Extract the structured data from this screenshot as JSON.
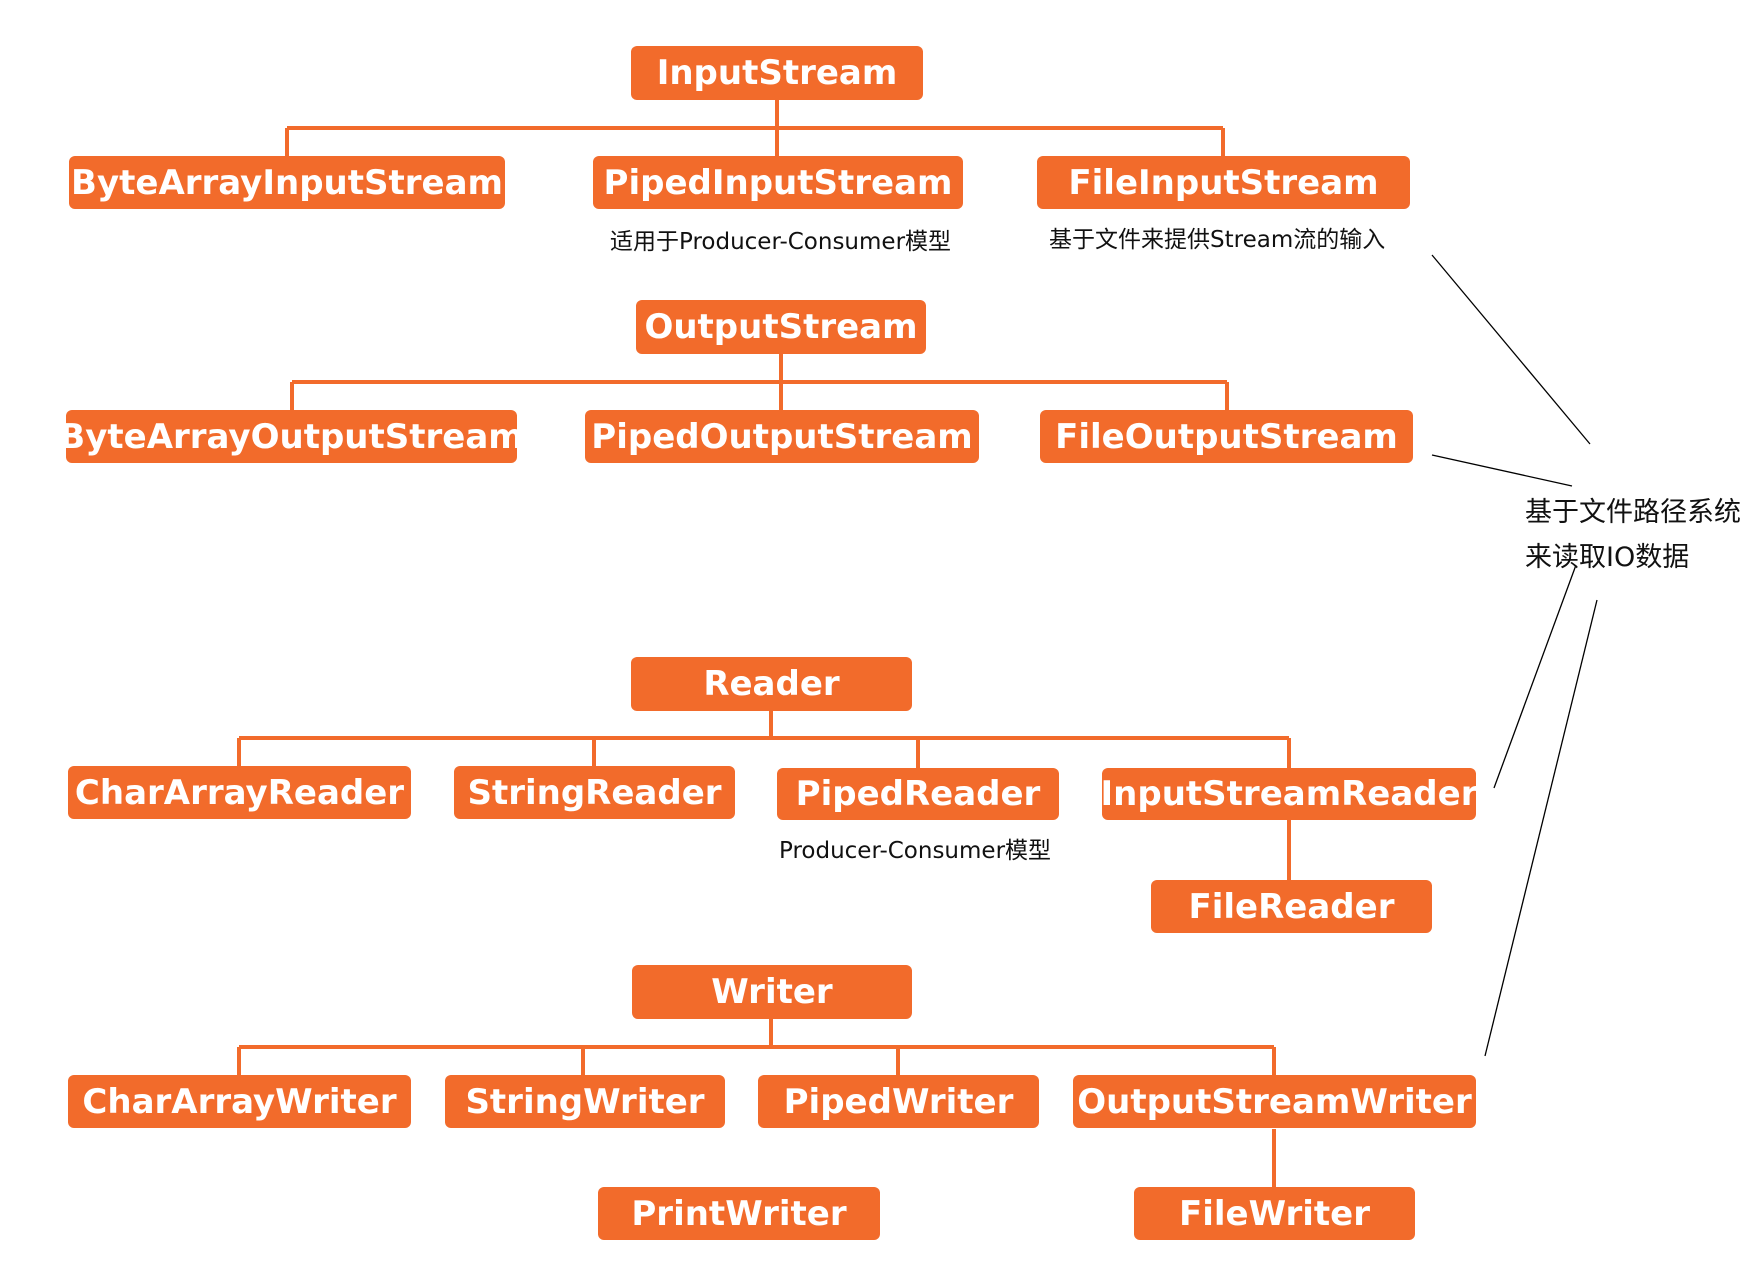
{
  "colors": {
    "node_fill": "#f26b2b",
    "node_text": "#ffffff",
    "connector": "#f26b2b",
    "pointer_line": "#000000"
  },
  "nodes": {
    "input_stream": "InputStream",
    "byte_array_input_stream": "ByteArrayInputStream",
    "piped_input_stream": "PipedInputStream",
    "file_input_stream": "FileInputStream",
    "output_stream": "OutputStream",
    "byte_array_output_stream": "ByteArrayOutputStream",
    "piped_output_stream": "PipedOutputStream",
    "file_output_stream": "FileOutputStream",
    "reader": "Reader",
    "char_array_reader": "CharArrayReader",
    "string_reader": "StringReader",
    "piped_reader": "PipedReader",
    "input_stream_reader": "InputStreamReader",
    "file_reader": "FileReader",
    "writer": "Writer",
    "char_array_writer": "CharArrayWriter",
    "string_writer": "StringWriter",
    "piped_writer": "PipedWriter",
    "output_stream_writer": "OutputStreamWriter",
    "print_writer": "PrintWriter",
    "file_writer": "FileWriter"
  },
  "notes": {
    "piped_input_stream": "适用于Producer-Consumer模型",
    "file_input_stream": "基于文件来提供Stream流的输入",
    "piped_reader": "Producer-Consumer模型",
    "file_path_line1": "基于文件路径系统",
    "file_path_line2": "来读取IO数据"
  }
}
